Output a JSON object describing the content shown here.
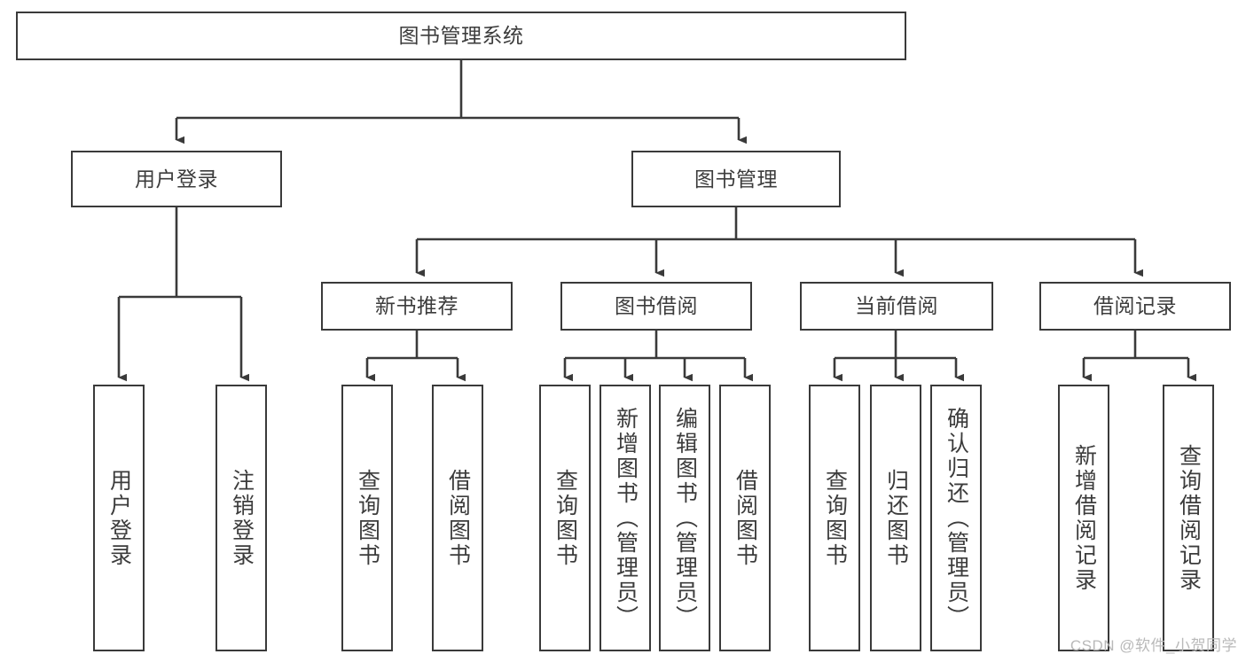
{
  "diagram": {
    "type": "tree-hierarchy-chart",
    "title": "图书管理系统",
    "colors": {
      "stroke": "#3a3a3a",
      "text": "#3c3c3c",
      "background": "#ffffff",
      "watermark": "#b9b9b9"
    },
    "levels": {
      "root": {
        "id": "root",
        "label": "图书管理系统"
      },
      "level2": [
        {
          "id": "user-login",
          "label": "用户登录"
        },
        {
          "id": "book-management",
          "label": "图书管理"
        }
      ],
      "level3": [
        {
          "id": "new-book-recommend",
          "label": "新书推荐"
        },
        {
          "id": "book-borrow",
          "label": "图书借阅"
        },
        {
          "id": "current-borrow",
          "label": "当前借阅"
        },
        {
          "id": "borrow-record",
          "label": "借阅记录"
        }
      ],
      "leaves": [
        {
          "id": "leaf-user-login",
          "label": "用户登录",
          "parent": "user-login"
        },
        {
          "id": "leaf-logout-login",
          "label": "注销登录",
          "parent": "user-login"
        },
        {
          "id": "leaf-query-book-1",
          "label": "查询图书",
          "parent": "new-book-recommend"
        },
        {
          "id": "leaf-borrow-book-1",
          "label": "借阅图书",
          "parent": "new-book-recommend"
        },
        {
          "id": "leaf-query-book-2",
          "label": "查询图书",
          "parent": "book-borrow"
        },
        {
          "id": "leaf-add-book",
          "label": "新增图书（管理员）",
          "parent": "book-borrow"
        },
        {
          "id": "leaf-edit-book",
          "label": "编辑图书（管理员）",
          "parent": "book-borrow"
        },
        {
          "id": "leaf-borrow-book-2",
          "label": "借阅图书",
          "parent": "book-borrow"
        },
        {
          "id": "leaf-query-book-3",
          "label": "查询图书",
          "parent": "current-borrow"
        },
        {
          "id": "leaf-return-book",
          "label": "归还图书",
          "parent": "current-borrow"
        },
        {
          "id": "leaf-confirm-return",
          "label": "确认归还（管理员）",
          "parent": "current-borrow"
        },
        {
          "id": "leaf-add-record",
          "label": "新增借阅记录",
          "parent": "borrow-record"
        },
        {
          "id": "leaf-query-record",
          "label": "查询借阅记录",
          "parent": "borrow-record"
        }
      ]
    },
    "watermark": "CSDN @软件_小贺同学"
  }
}
